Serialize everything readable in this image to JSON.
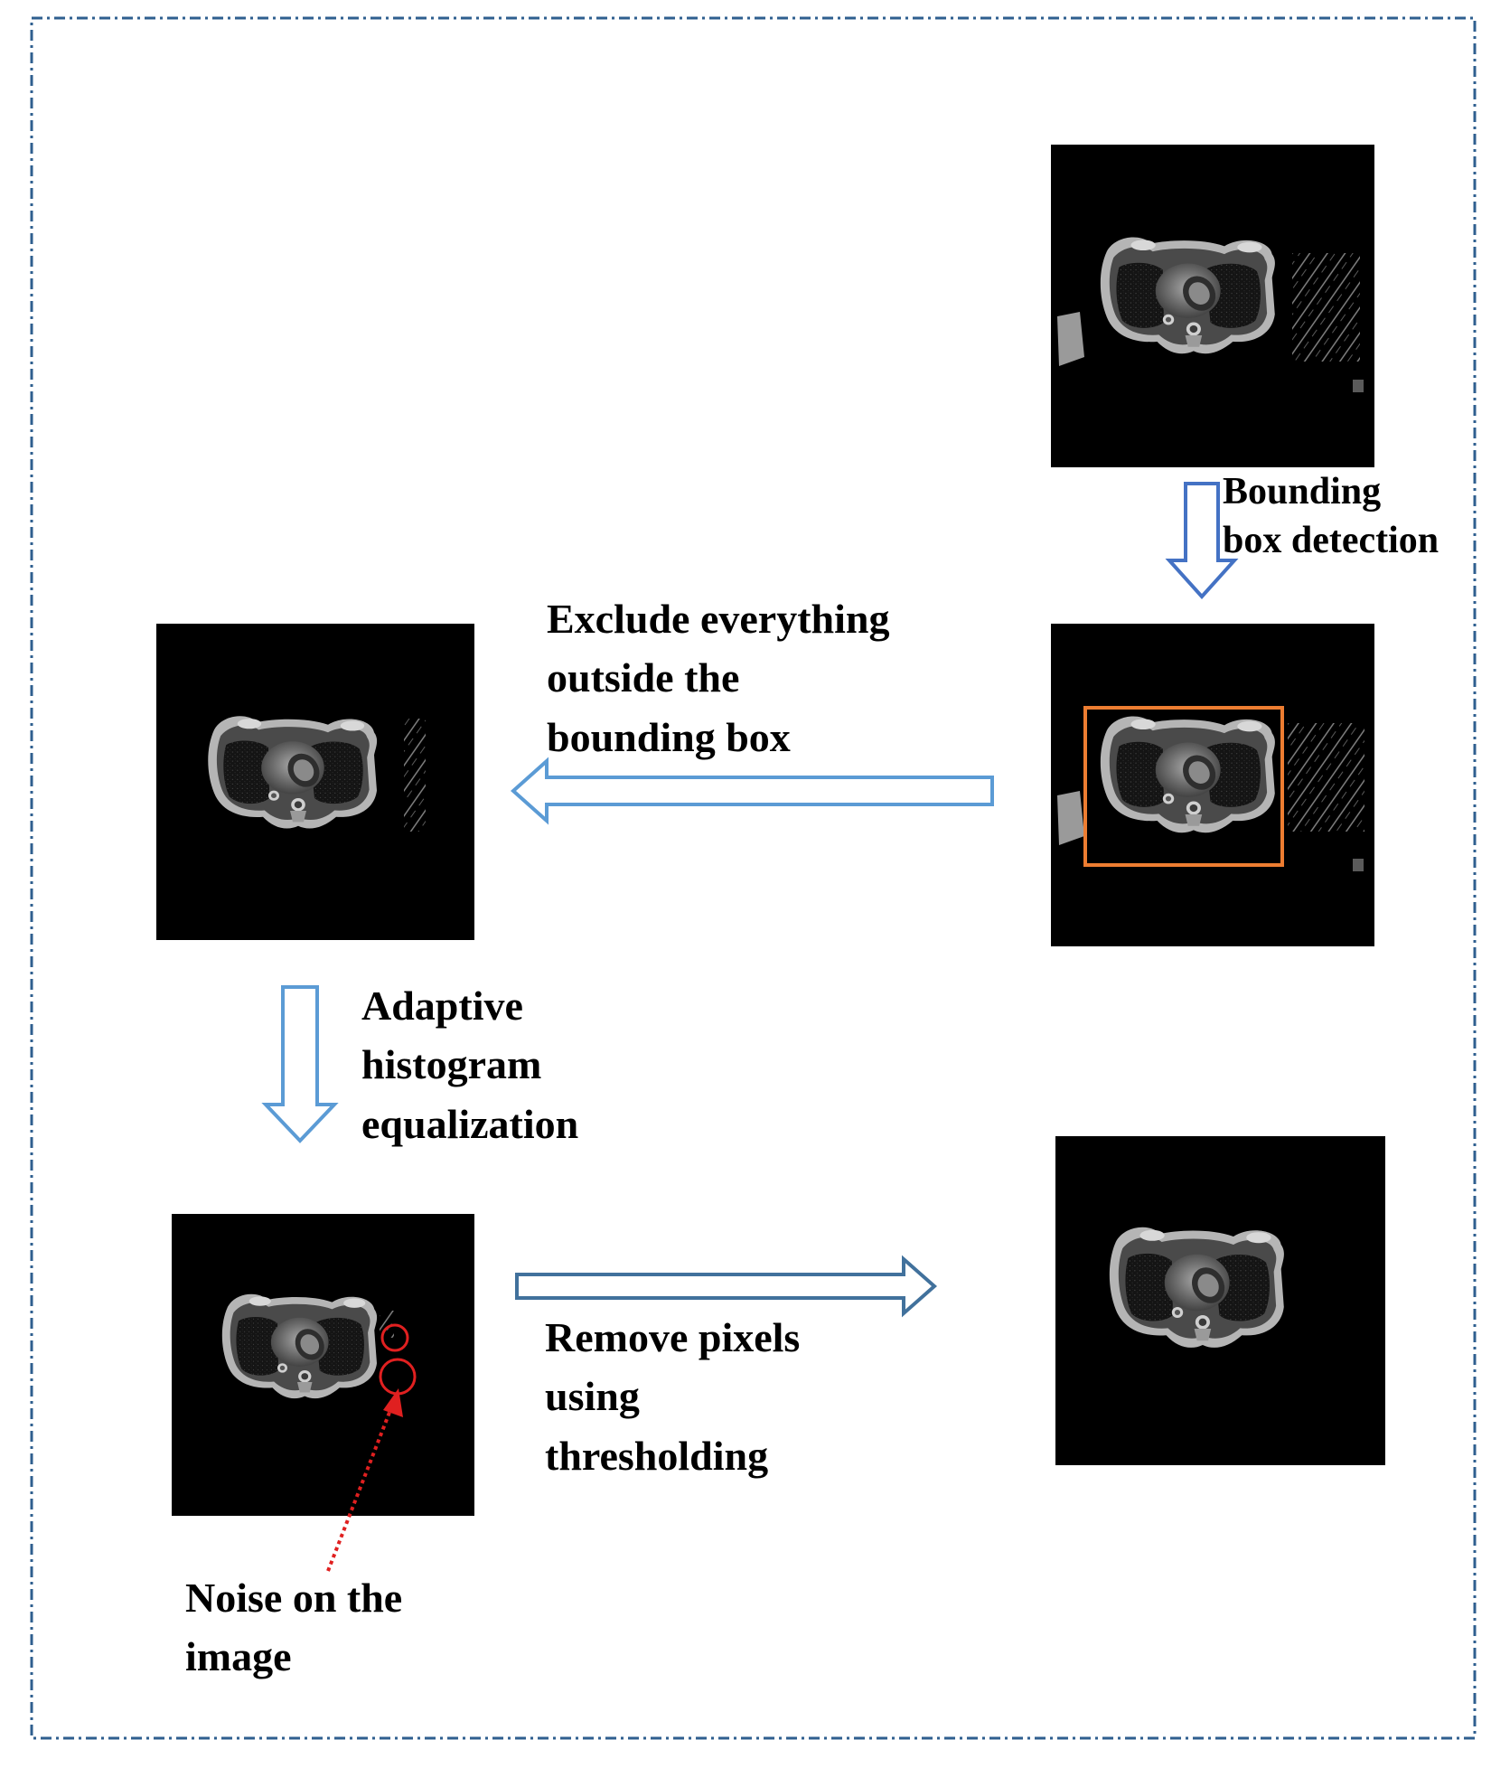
{
  "steps": {
    "bounding_box_detection": [
      "Bounding",
      "box detection"
    ],
    "exclude_outside": [
      "Exclude everything",
      "outside the",
      "bounding box"
    ],
    "adaptive_histogram": [
      "Adaptive",
      "histogram",
      "equalization"
    ],
    "remove_pixels": [
      "Remove pixels",
      "using",
      "thresholding"
    ],
    "noise_note": [
      "Noise on the",
      "image"
    ]
  },
  "colors": {
    "frame": "#2f5f8f",
    "arrow_dark_blue": "#4472c4",
    "arrow_light_blue": "#5b9bd5",
    "arrow_steel_blue": "#41719c",
    "bounding_box": "#ed7d31",
    "noise_marker": "#e02020",
    "scan_background": "#000000"
  }
}
